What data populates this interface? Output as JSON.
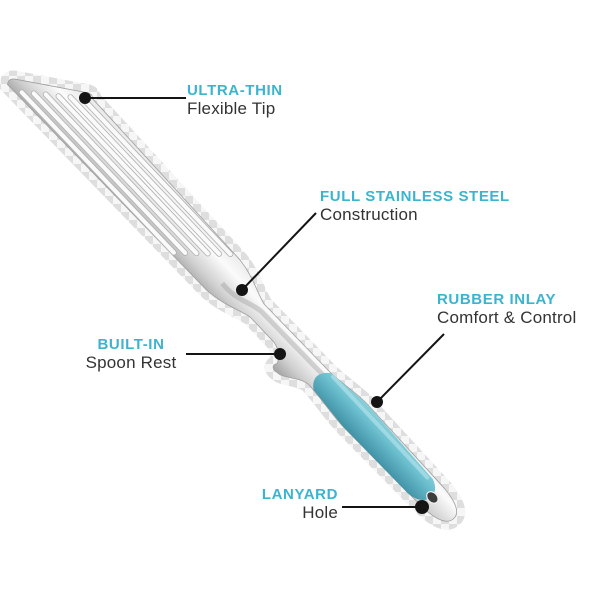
{
  "product": {
    "illustration_alt": "Slotted stainless-steel fish turner spatula with teal rubber handle, shown diagonally, annotated with feature callouts"
  },
  "colors": {
    "accent_teal_text": "#3ab4cf",
    "sub_text": "#333333",
    "leader_line": "#141414",
    "handle_teal": "#5fb5c6",
    "handle_teal_light": "#8ed2dc",
    "handle_teal_dark": "#3e8fa3",
    "metal_light": "#fbfbfb",
    "metal_dark": "#b4b4b4",
    "background": "#ffffff"
  },
  "callouts": [
    {
      "id": "ultra-thin",
      "title": "ULTRA-THIN",
      "subtitle": "Flexible Tip"
    },
    {
      "id": "stainless",
      "title": "FULL STAINLESS STEEL",
      "subtitle": "Construction"
    },
    {
      "id": "rubber-inlay",
      "title": "RUBBER INLAY",
      "subtitle": "Comfort & Control"
    },
    {
      "id": "spoon-rest",
      "title": "BUILT-IN",
      "subtitle": "Spoon Rest"
    },
    {
      "id": "lanyard",
      "title": "LANYARD",
      "subtitle": "Hole"
    }
  ]
}
